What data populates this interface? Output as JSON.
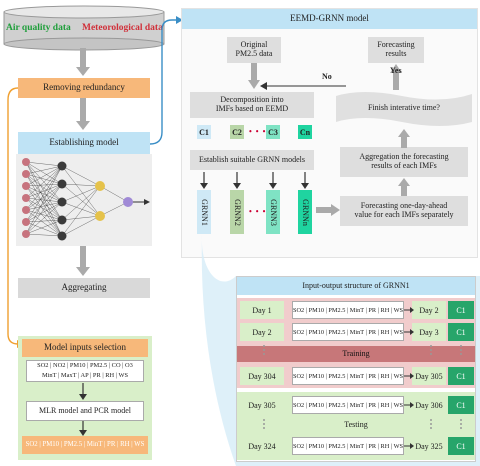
{
  "db": {
    "air": "Air quality data",
    "met": "Meteorological data"
  },
  "left": {
    "removing": "Removing redundancy",
    "establishing": "Establishing model",
    "aggregating": "Aggregating",
    "inputs_sel": "Model inputs selection",
    "vars_row1": "SO2 | NO2 | PM10 | PM2.5 | CO | O3",
    "vars_row2": "MinT | MaxT | AP | PR | RH | WS",
    "mlr": "MLR model and PCR model",
    "final_vars": "SO2 | PM10 | PM2.5 | MinT | PR | RH | WS"
  },
  "eemd": {
    "title": "EEMD-GRNN model",
    "original_l1": "Original",
    "original_l2": "PM2.5 data",
    "forecast_l1": "Forecasting",
    "forecast_l2": "results",
    "no": "No",
    "yes": "Yes",
    "decomp_l1": "Decomposition  into",
    "decomp_l2": "IMFs based on   EEMD",
    "finish": "Finish interative time?",
    "imf_labels": [
      "C1",
      "C2",
      "C3",
      "Cn"
    ],
    "dots": "• • •",
    "establish_grnn": "Establish suitable GRNN models",
    "aggregation_l1": "Aggregation the forecasting",
    "aggregation_l2": "results of each IMFs",
    "fc_l1": "Forecasting one-day-ahead",
    "fc_l2": "value for each IMFs separately",
    "grnn_labels": [
      "GRNN1",
      "GRNN2",
      "GRNN3",
      "GRNNn"
    ]
  },
  "io": {
    "title": "Input-output structure of GRNN1",
    "features": "SO2 | PM10 | PM2.5 | MinT | PR | RH | WS",
    "training": "Training",
    "testing": "Testing",
    "rows": [
      {
        "in": "Day 1",
        "out": "Day 2",
        "c": "C1"
      },
      {
        "in": "Day 2",
        "out": "Day 3",
        "c": "C1"
      },
      {
        "in": "Day 304",
        "out": "Day 305",
        "c": "C1"
      },
      {
        "in": "Day 305",
        "out": "Day 306",
        "c": "C1"
      },
      {
        "in": "Day 324",
        "out": "Day 325",
        "c": "C1"
      }
    ]
  }
}
